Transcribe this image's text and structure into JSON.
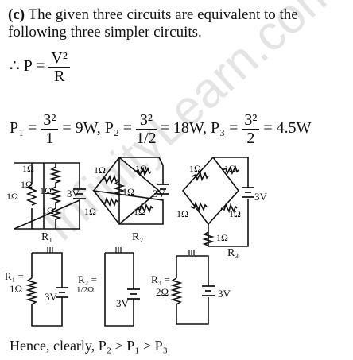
{
  "text": {
    "line1_label": "(c)",
    "line1_rest": " The given three circuits are equivalent to the",
    "line2": "following three simpler circuits.",
    "formula": {
      "prefix": "∴ P = ",
      "numerator": "V²",
      "denominator": "R"
    },
    "powers": [
      {
        "lhs": "P₁ = ",
        "num": "3²",
        "den": "1",
        "rhs": " = 9W, "
      },
      {
        "lhs": "P₂ = ",
        "num": "3²",
        "den": "1/2",
        "rhs": " = 18W, "
      },
      {
        "lhs": "P₃ = ",
        "num": "3²",
        "den": "2",
        "rhs": " = 4.5W"
      }
    ],
    "conclusion": "Hence, clearly,  P₂ > P₁ > P₃"
  },
  "circuits_top": {
    "r1": {
      "label": "R₁",
      "resistors": [
        "1Ω",
        "1Ω",
        "1Ω",
        "1Ω",
        "1Ω"
      ],
      "battery": "3V"
    },
    "r2": {
      "label": "R₂",
      "resistors": [
        "1Ω",
        "1Ω",
        "1Ω",
        "1Ω",
        "1Ω"
      ],
      "battery": "3V"
    },
    "r3": {
      "label": "R₃",
      "resistors": [
        "1Ω",
        "1Ω",
        "1Ω",
        "1Ω",
        "1Ω"
      ],
      "battery": "3V"
    }
  },
  "circuits_bottom": {
    "r1": {
      "label": "R₁ =",
      "value": "1Ω",
      "battery": "3V"
    },
    "r2": {
      "label": "R₂ =",
      "value": "1/2Ω",
      "battery": "3V"
    },
    "r3": {
      "label": "R₃ =",
      "value": "2Ω",
      "battery": "3V"
    }
  },
  "watermark": "InfinityLearn.com"
}
